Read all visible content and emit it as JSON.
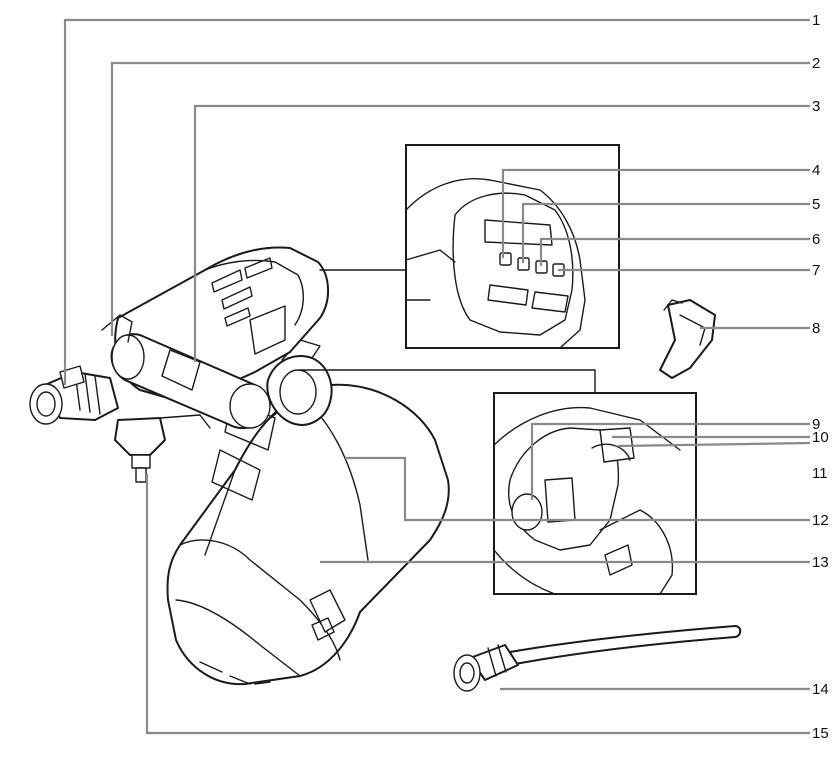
{
  "callouts": [
    {
      "id": "1",
      "label": "1"
    },
    {
      "id": "2",
      "label": "2"
    },
    {
      "id": "3",
      "label": "3"
    },
    {
      "id": "4",
      "label": "4"
    },
    {
      "id": "5",
      "label": "5"
    },
    {
      "id": "6",
      "label": "6"
    },
    {
      "id": "7",
      "label": "7"
    },
    {
      "id": "8",
      "label": "8"
    },
    {
      "id": "9",
      "label": "9"
    },
    {
      "id": "10",
      "label": "10"
    },
    {
      "id": "11",
      "label": "11"
    },
    {
      "id": "12",
      "label": "12"
    },
    {
      "id": "13",
      "label": "13"
    },
    {
      "id": "14",
      "label": "14"
    },
    {
      "id": "15",
      "label": "15"
    }
  ],
  "colors": {
    "line": "#1a1a1a",
    "leader": "#8a8a8a",
    "background": "#ffffff"
  }
}
